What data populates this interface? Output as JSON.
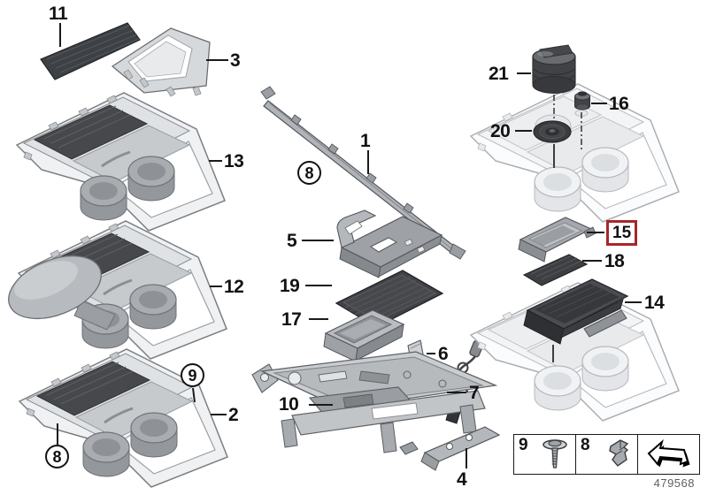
{
  "colors": {
    "highlight": "#a8262c",
    "line_art": "#54575b",
    "dark_rubber": "#3d4045"
  },
  "callouts": [
    {
      "text": "11",
      "style": "plain"
    },
    {
      "text": "3",
      "style": "plain"
    },
    {
      "text": "13",
      "style": "plain"
    },
    {
      "text": "12",
      "style": "plain"
    },
    {
      "text": "9",
      "style": "circled"
    },
    {
      "text": "2",
      "style": "plain"
    },
    {
      "text": "8",
      "style": "circled"
    },
    {
      "text": "1",
      "style": "plain"
    },
    {
      "text": "8",
      "style": "circled"
    },
    {
      "text": "5",
      "style": "plain"
    },
    {
      "text": "19",
      "style": "plain"
    },
    {
      "text": "17",
      "style": "plain"
    },
    {
      "text": "6",
      "style": "plain"
    },
    {
      "text": "7",
      "style": "plain"
    },
    {
      "text": "10",
      "style": "plain"
    },
    {
      "text": "4",
      "style": "plain"
    },
    {
      "text": "21",
      "style": "plain"
    },
    {
      "text": "16",
      "style": "plain"
    },
    {
      "text": "20",
      "style": "plain"
    },
    {
      "text": "15",
      "style": "boxed"
    },
    {
      "text": "18",
      "style": "plain"
    },
    {
      "text": "14",
      "style": "plain"
    }
  ],
  "legend": {
    "cells": [
      {
        "label": "9",
        "icon": "screw-icon"
      },
      {
        "label": "8",
        "icon": "clip-icon"
      },
      {
        "label": "",
        "icon": "page-arrow-icon"
      }
    ]
  },
  "diagram_number": "479568"
}
